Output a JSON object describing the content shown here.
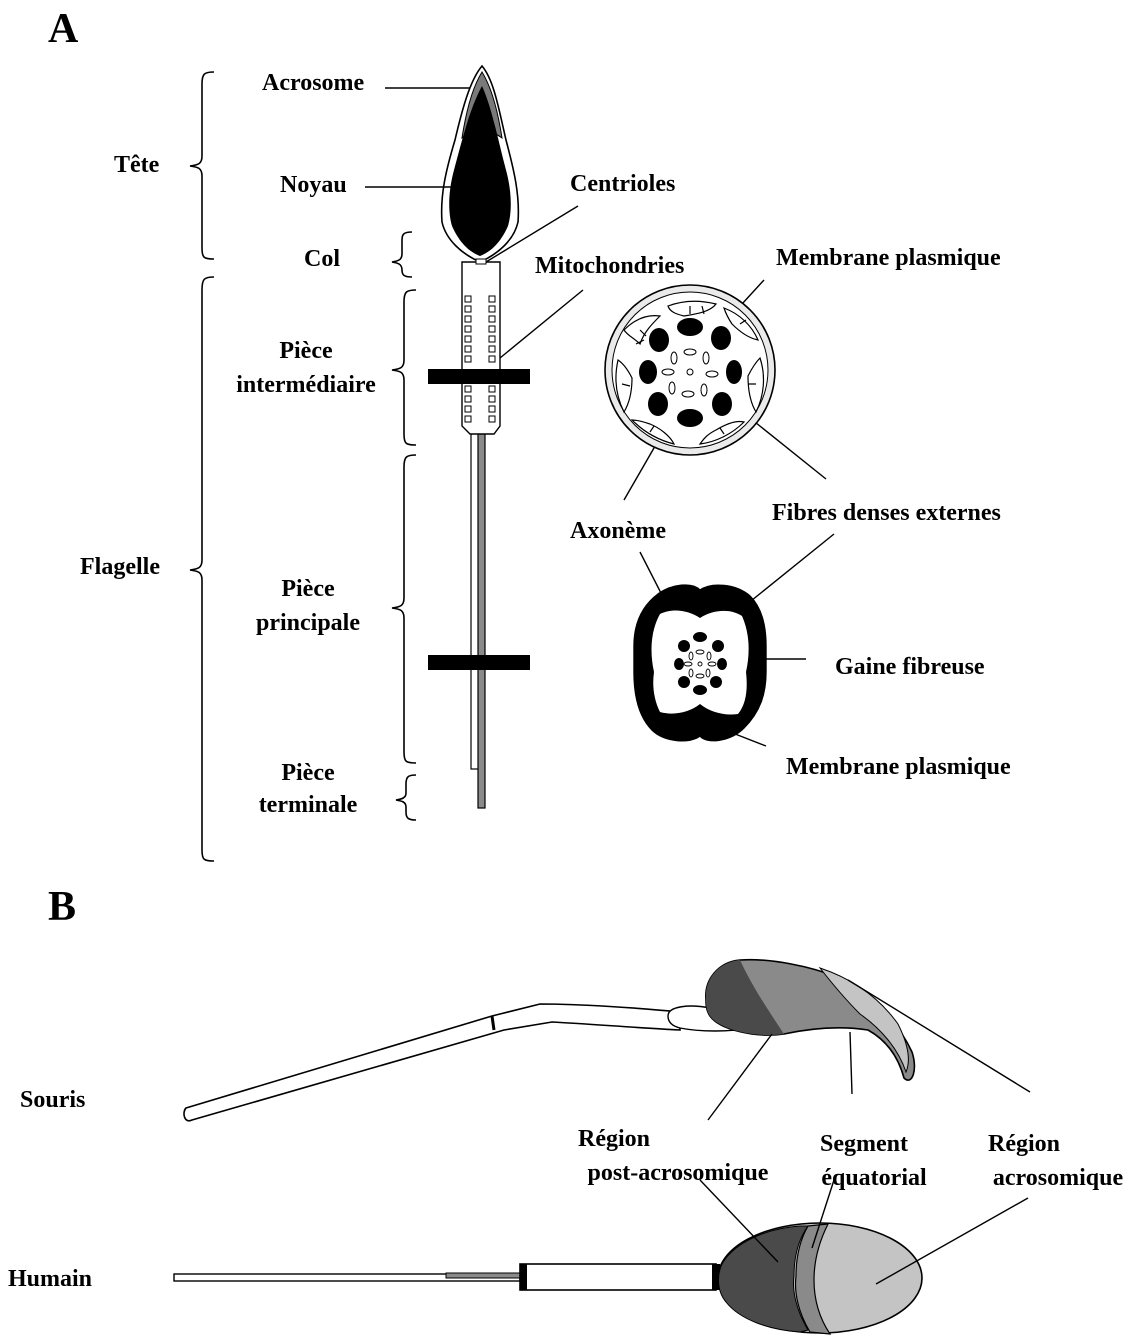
{
  "panels": {
    "a": "A",
    "b": "B"
  },
  "panel_a": {
    "regions": {
      "tete": "Tête",
      "col": "Col",
      "flagelle": "Flagelle",
      "piece_intermediaire": [
        "Pièce",
        "intermédiaire"
      ],
      "piece_principale": [
        "Pièce",
        "principale"
      ],
      "piece_terminale": [
        "Pièce",
        "terminale"
      ]
    },
    "labels": {
      "acrosome": "Acrosome",
      "noyau": "Noyau",
      "centrioles": "Centrioles",
      "mitochondries": "Mitochondries",
      "membrane_plasmique_1": "Membrane plasmique",
      "fibres_denses_externes": "Fibres denses externes",
      "axoneme": "Axonème",
      "gaine_fibreuse": "Gaine fibreuse",
      "membrane_plasmique_2": "Membrane plasmique"
    }
  },
  "panel_b": {
    "species": {
      "souris": "Souris",
      "humain": "Humain"
    },
    "labels": {
      "region_post_acrosomique": [
        "Région",
        "post-acrosomique"
      ],
      "segment_equatorial": [
        "Segment",
        "équatorial"
      ],
      "region_acrosomique": [
        "Région",
        "acrosomique"
      ]
    }
  },
  "colors": {
    "black": "#000000",
    "dark_gray": "#4a4a4a",
    "mid_gray": "#8a8a8a",
    "light_gray": "#c4c4c4",
    "white": "#ffffff"
  }
}
